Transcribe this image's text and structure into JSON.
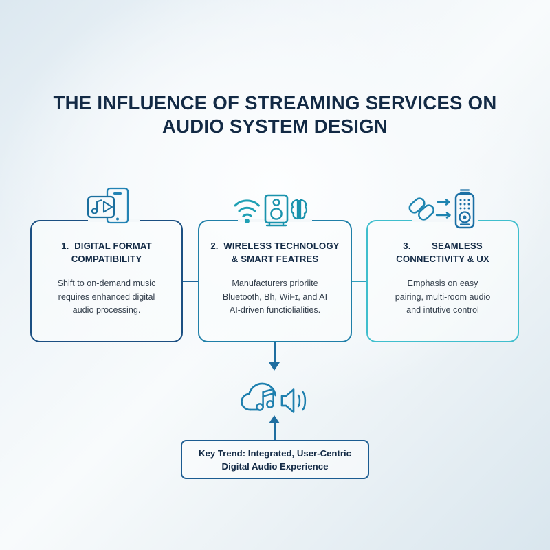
{
  "title": {
    "line1": "THE INFLUENCE OF STREAMING SERVICES ON",
    "line2": "AUDIO SYSTEM DESIGN"
  },
  "cards": [
    {
      "heading": "1.  DIGITAL FORMAT\nCOMPATIBILITY",
      "body": "Shift to on-demand music\nrequires enhanced digital\naudio processing.",
      "icon": "smartphone-music-play-icon",
      "border_color": "#1b4f82"
    },
    {
      "heading": "2.  WIRELESS TECHNOLOGY\n& SMART FEATRES",
      "body": "Manufacturers prioriite\nBluetooth, Bh, WiFɪ, and AI\nAI-driven functiolialities.",
      "icon": "wifi-speaker-brain-icon",
      "border_color": "#1f7fa8"
    },
    {
      "heading": "3.        SEAMLESS\nCONNECTIVITY & UX",
      "body": "Emphasis on easy\npairing, multi-room audio\nand intutive control",
      "icon": "chain-link-remote-icon",
      "border_color": "#3fbecd"
    }
  ],
  "summary": {
    "text": "Key Trend: Integrated, User-Centric\nDigital Audio Experience",
    "icon": "cloud-music-speaker-icon",
    "border_color": "#1b5c91"
  },
  "colors": {
    "title": "#132a45",
    "body_text": "#35404d",
    "connector": "#1f6ea0",
    "accent_navy": "#1b4f82",
    "accent_teal": "#3fbecd"
  }
}
